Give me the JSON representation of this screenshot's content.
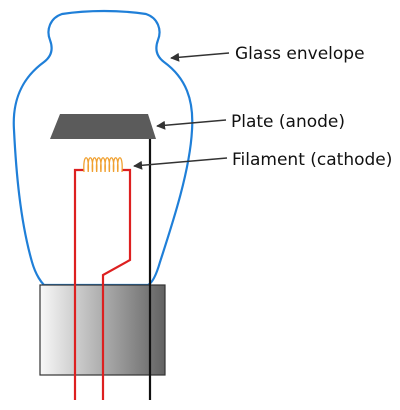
{
  "diagram": {
    "labels": {
      "glass": "Glass envelope",
      "plate": "Plate (anode)",
      "filament": "Filament (cathode)"
    },
    "colors": {
      "envelope": "#1f7fd8",
      "plate": "#5b5b5b",
      "filament": "#f0a030",
      "filament_lead": "#dd2020",
      "plate_lead": "#111111",
      "arrow": "#333333",
      "base_light": "#f8f8f8",
      "base_dark": "#626262",
      "base_border": "#333333"
    }
  }
}
